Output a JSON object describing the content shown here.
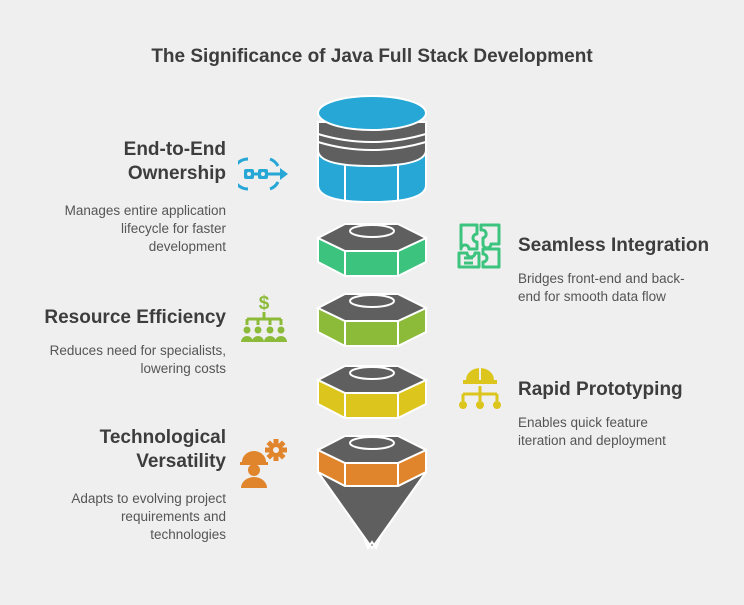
{
  "title": "The Significance of Java Full Stack Development",
  "colors": {
    "blue": "#27a7d6",
    "green": "#3cc47f",
    "lime": "#8cbb3a",
    "yellow": "#dcc51d",
    "orange": "#e0852c",
    "gray": "#5f5f5f",
    "background": "#efefef"
  },
  "items": [
    {
      "heading_line1": "End-to-End",
      "heading_line2": "Ownership",
      "desc_line1": "Manages entire application",
      "desc_line2": "lifecycle for faster",
      "desc_line3": "development",
      "icon": "link-arrow-icon",
      "color": "#27a7d6"
    },
    {
      "heading": "Seamless Integration",
      "desc_line1": "Bridges front-end and back-",
      "desc_line2": "end for smooth data flow",
      "icon": "puzzle-icon",
      "color": "#3cc47f"
    },
    {
      "heading": "Resource Efficiency",
      "desc_line1": "Reduces need for specialists,",
      "desc_line2": "lowering costs",
      "icon": "dollar-team-icon",
      "color": "#8cbb3a"
    },
    {
      "heading": "Rapid Prototyping",
      "desc_line1": "Enables quick feature",
      "desc_line2": "iteration and deployment",
      "icon": "hardhat-hierarchy-icon",
      "color": "#dcc51d"
    },
    {
      "heading_line1": "Technological",
      "heading_line2": "Versatility",
      "desc_line1": "Adapts to evolving project",
      "desc_line2": "requirements and",
      "desc_line3": "technologies",
      "icon": "worker-gear-icon",
      "color": "#e0852c"
    }
  ]
}
